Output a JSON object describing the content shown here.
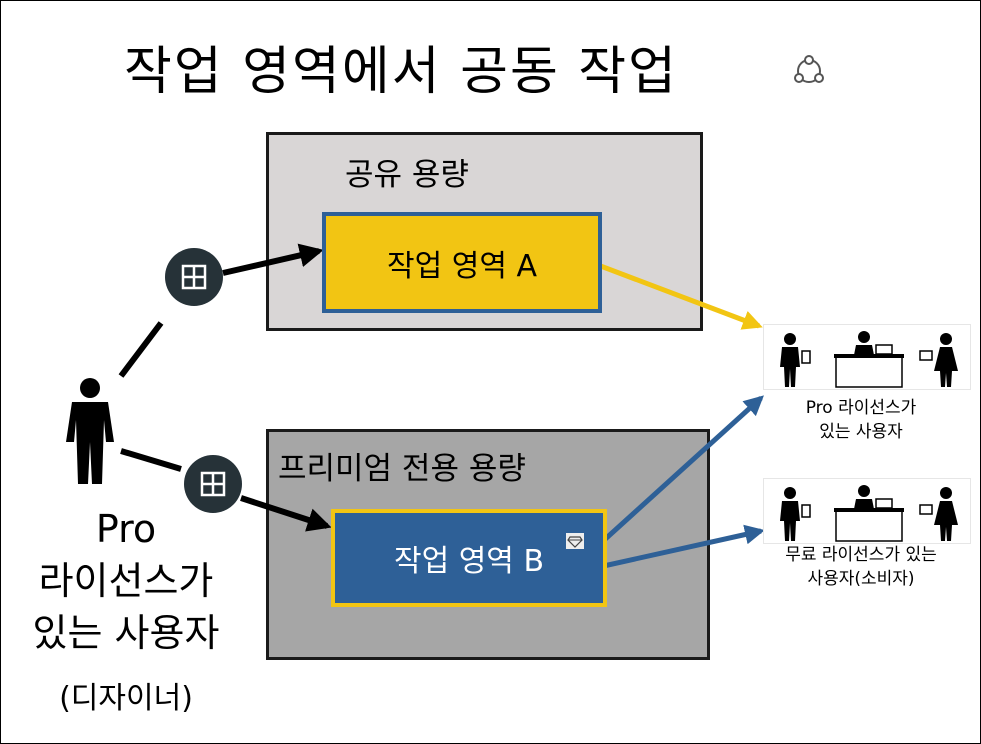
{
  "title": "작업 영역에서 공동 작업",
  "icons": {
    "title": "share-icon",
    "workspace_badge": "workspace-icon",
    "premium": "diamond-icon",
    "person": "person-icon"
  },
  "shared_capacity": {
    "label": "공유 용량",
    "workspace_label": "작업 영역 A"
  },
  "premium_capacity": {
    "label": "프리미엄 전용 용량",
    "workspace_label": "작업 영역 B"
  },
  "designer": {
    "line1": "Pro",
    "line2": "라이선스가",
    "line3": "있는 사용자",
    "line4": "(디자이너)"
  },
  "pro_users": {
    "line1": "Pro 라이선스가",
    "line2": "있는 사용자"
  },
  "free_users": {
    "line1": "무료 라이선스가 있는",
    "line2": "사용자(소비자)"
  },
  "colors": {
    "shared_box": "#d9d6d6",
    "premium_box": "#a6a6a6",
    "workspace_a": "#f2c513",
    "workspace_b": "#2e6097",
    "badge": "#263238",
    "arrow_yellow": "#f2c513",
    "arrow_blue": "#2e6097"
  }
}
